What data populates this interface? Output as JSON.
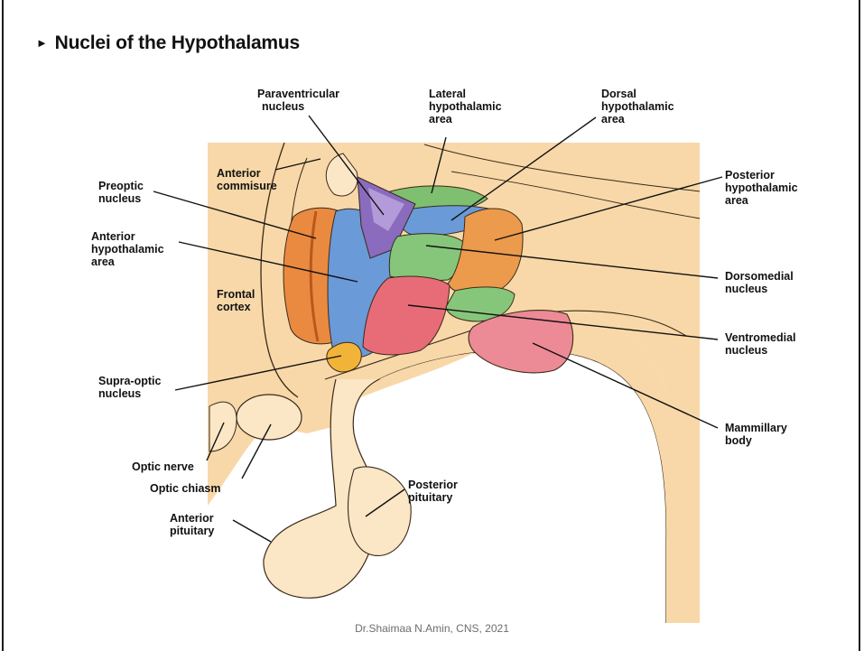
{
  "slide": {
    "title": "Nuclei of the Hypothalamus",
    "title_marker": "►",
    "footer": "Dr.Shaimaa N.Amin, CNS, 2021"
  },
  "labels": {
    "paraventricular": [
      "Paraventricular",
      "nucleus"
    ],
    "lateral": [
      "Lateral",
      "hypothalamic",
      "area"
    ],
    "dorsal": [
      "Dorsal",
      "hypothalamic",
      "area"
    ],
    "preoptic": [
      "Preoptic",
      "nucleus"
    ],
    "anterior_commisure": [
      "Anterior",
      "commisure"
    ],
    "anterior_hypothalamic": [
      "Anterior",
      "hypothalamic",
      "area"
    ],
    "posterior_hypothalamic": [
      "Posterior",
      "hypothalamic",
      "area"
    ],
    "frontal_cortex": [
      "Frontal",
      "cortex"
    ],
    "dorsomedial": [
      "Dorsomedial",
      "nucleus"
    ],
    "ventromedial": [
      "Ventromedial",
      "nucleus"
    ],
    "supraoptic": [
      "Supra-optic",
      "nucleus"
    ],
    "mammillary": [
      "Mammillary",
      "body"
    ],
    "optic_nerve": [
      "Optic nerve"
    ],
    "optic_chiasm": [
      "Optic chiasm"
    ],
    "posterior_pituitary": [
      "Posterior",
      "pituitary"
    ],
    "anterior_pituitary": [
      "Anterior",
      "pituitary"
    ]
  },
  "colors": {
    "tissue": "#f8d8a8",
    "tissue_light": "#fbe6c6",
    "preoptic": "#e98a40",
    "anterior_area": "#6a9ad8",
    "paraventricular": "#8a6bbd",
    "lateral_area": "#7fbf70",
    "dorsomedial": "#86c67a",
    "posterior_area": "#ec9a4c",
    "ventromedial": "#e86c78",
    "mammillary": "#ec8a96",
    "supraoptic": "#f2b438",
    "outline": "#3a2a1a"
  }
}
